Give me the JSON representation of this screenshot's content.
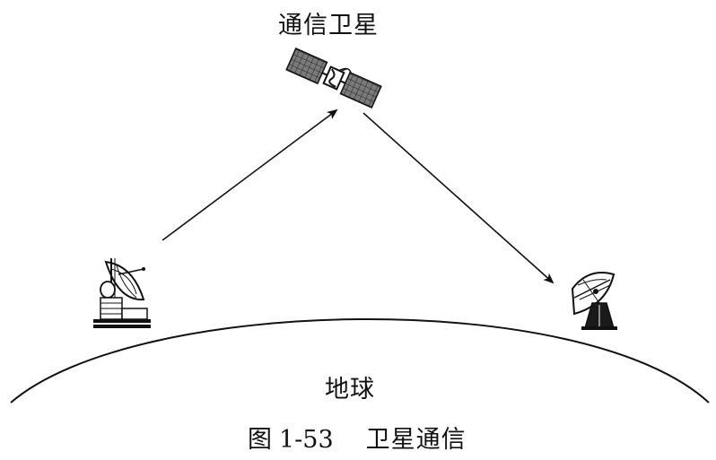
{
  "diagram": {
    "satellite_label": "通信卫星",
    "earth_label": "地球"
  },
  "caption": {
    "figure_prefix": "图",
    "figure_number": "1-53",
    "title": "卫星通信"
  },
  "colors": {
    "ink": "#111111",
    "panel_fill": "#7a7a7a",
    "background": "#ffffff"
  },
  "icons": {
    "satellite": "satellite-icon",
    "ground_station_left": "ground-station-antenna-icon",
    "ground_station_right": "dish-antenna-icon"
  }
}
